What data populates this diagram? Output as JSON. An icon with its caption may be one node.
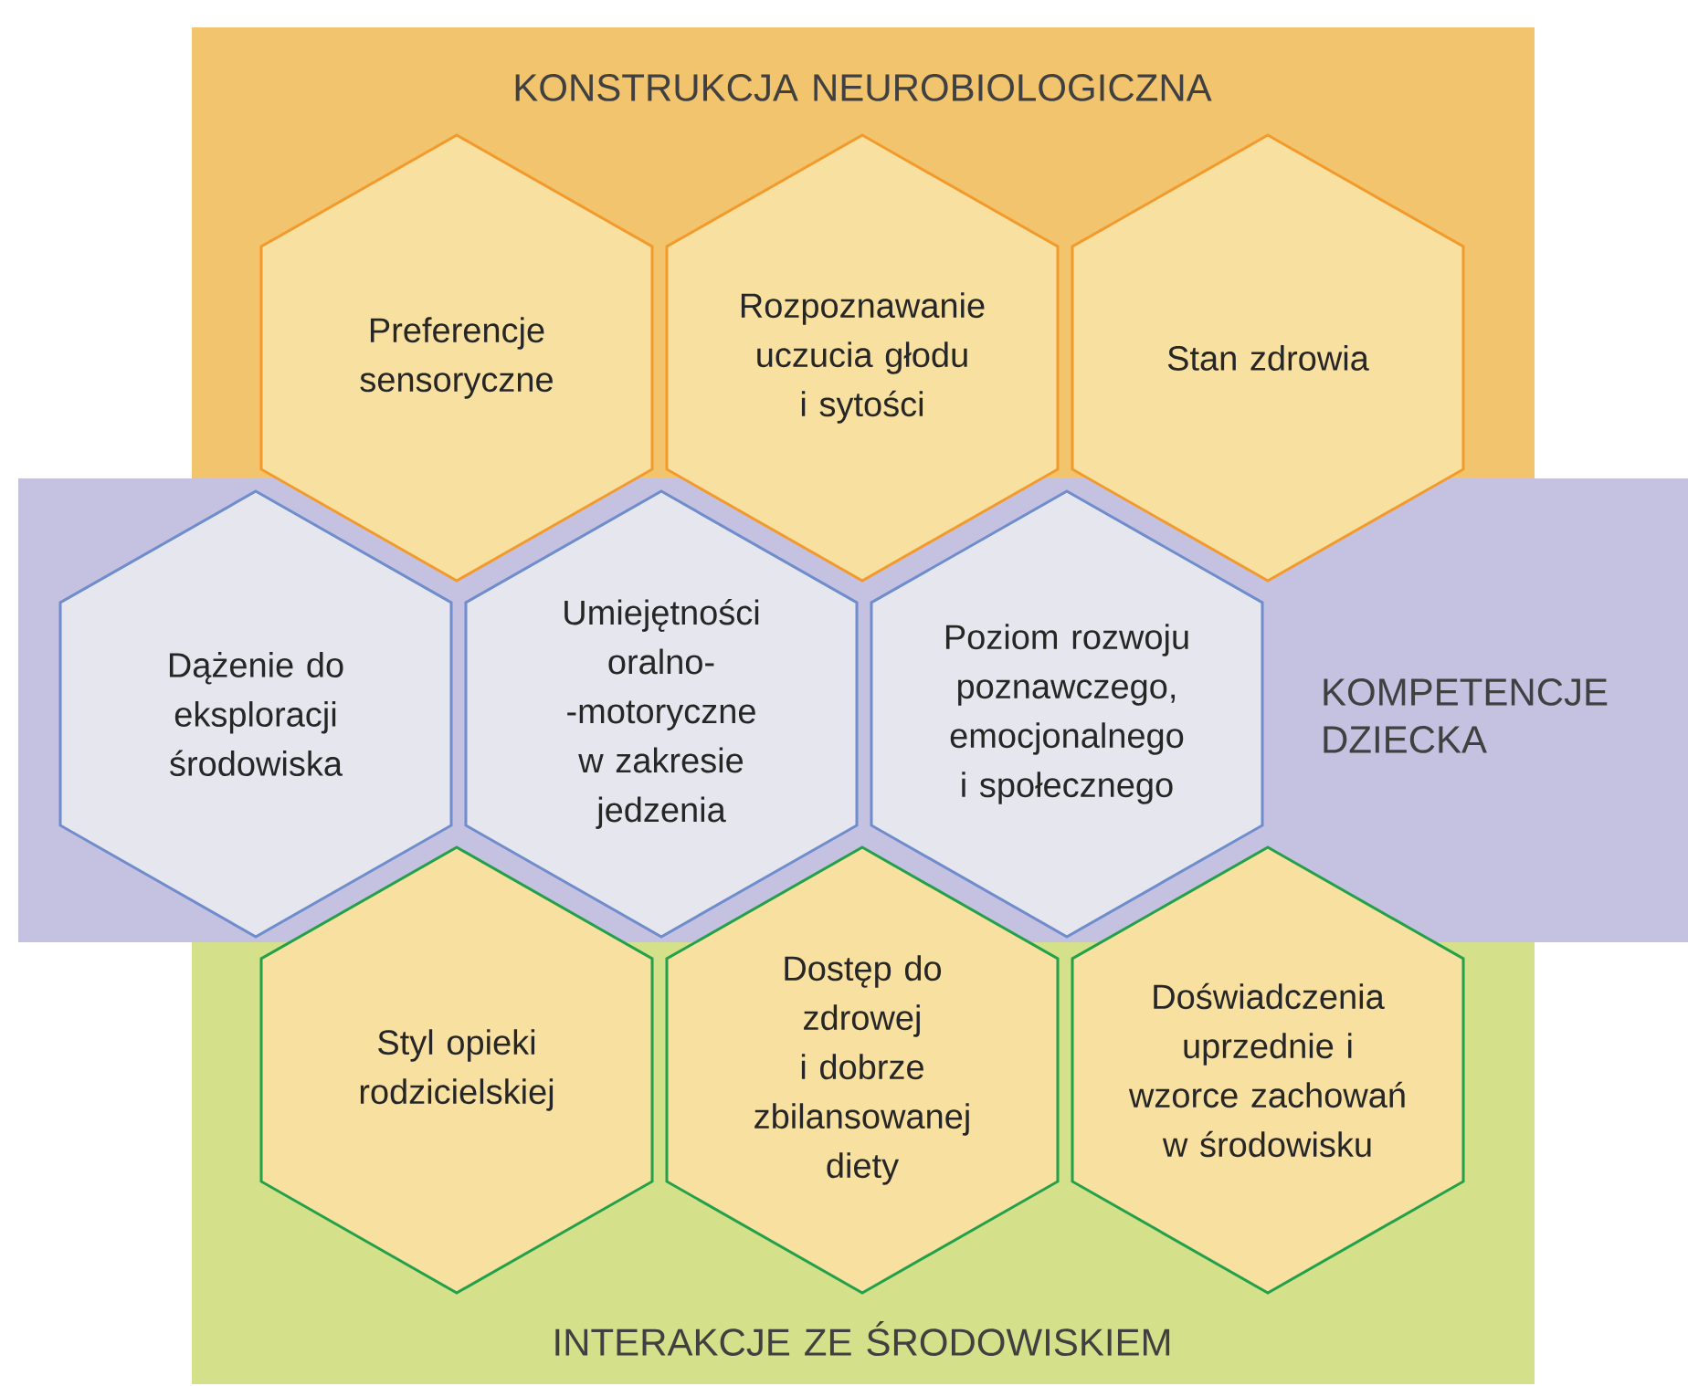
{
  "diagram": {
    "nodes": [
      {
        "text": [
          "KONSTRUKCJA NEUROBIOLOGICZNA"
        ]
      },
      {
        "text": [
          "Preferencje sensoryczne"
        ]
      },
      {
        "text": [
          "Rozpoznawanie uczucia głodu i sytości"
        ]
      },
      {
        "text": [
          "Stan zdrowia"
        ]
      },
      {
        "text": [
          "KOMPETENCJE DZIECKA"
        ]
      },
      {
        "text": [
          "Dążenie do eksploracji środowiska"
        ],
        "in": 4
      },
      {
        "text": [
          "Umiejętności oralno- -motoryczne w zakresie jedzenia"
        ],
        "in": 4
      },
      {
        "text": [
          "Poziom rozwoju poznawczego, emocjonalnego i społecznego"
        ],
        "in": 4
      },
      {
        "text": [
          "INTERAKCJE ZE ŚRODOWISKIEM"
        ]
      },
      {
        "text": [
          "Styl opieki rodzicielskiej"
        ]
      },
      {
        "text": [
          "Dostęp do zdrowej i dobrze zbilansowanej diety"
        ]
      },
      {
        "text": [
          "Doświadczenia uprzednie i wzorce zachowań w środowisku"
        ]
      }
    ]
  }
}
